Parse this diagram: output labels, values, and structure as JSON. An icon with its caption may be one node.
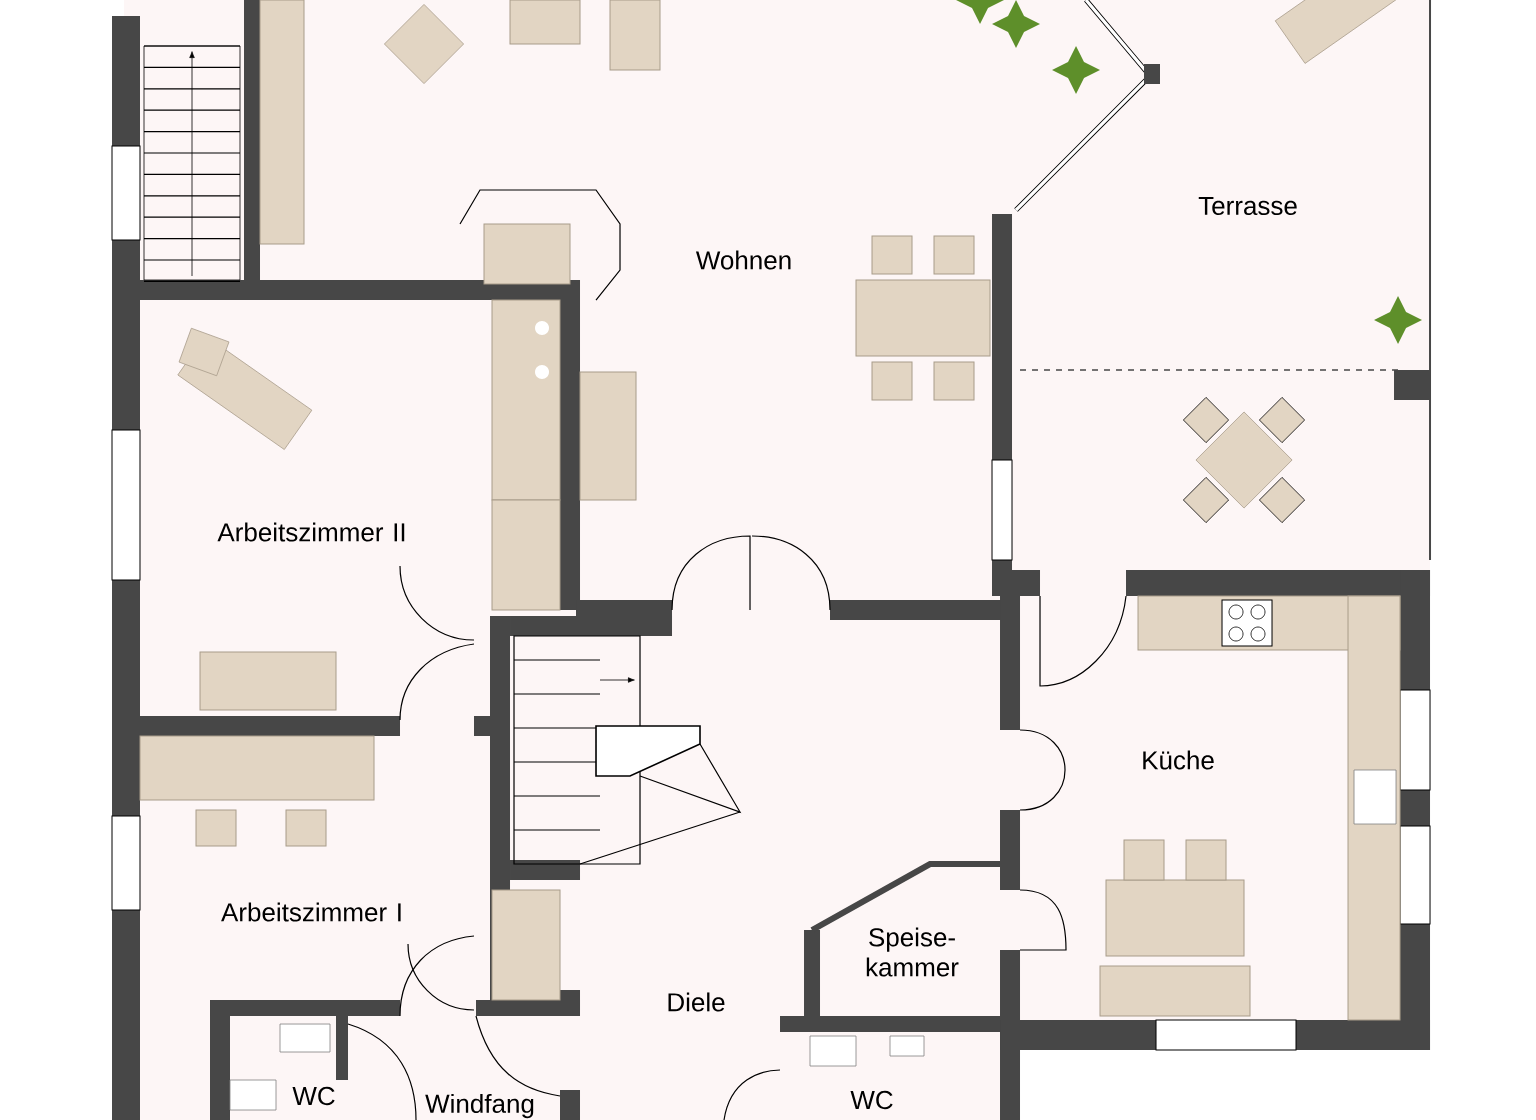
{
  "diagram": {
    "labels": [
      "Wohnen",
      "Terrasse",
      "Arbeitszimmer II",
      "Küche",
      "Arbeitszimmer I",
      "Speise- kammer",
      "Diele",
      "WC",
      "Windfang",
      "WC"
    ]
  }
}
